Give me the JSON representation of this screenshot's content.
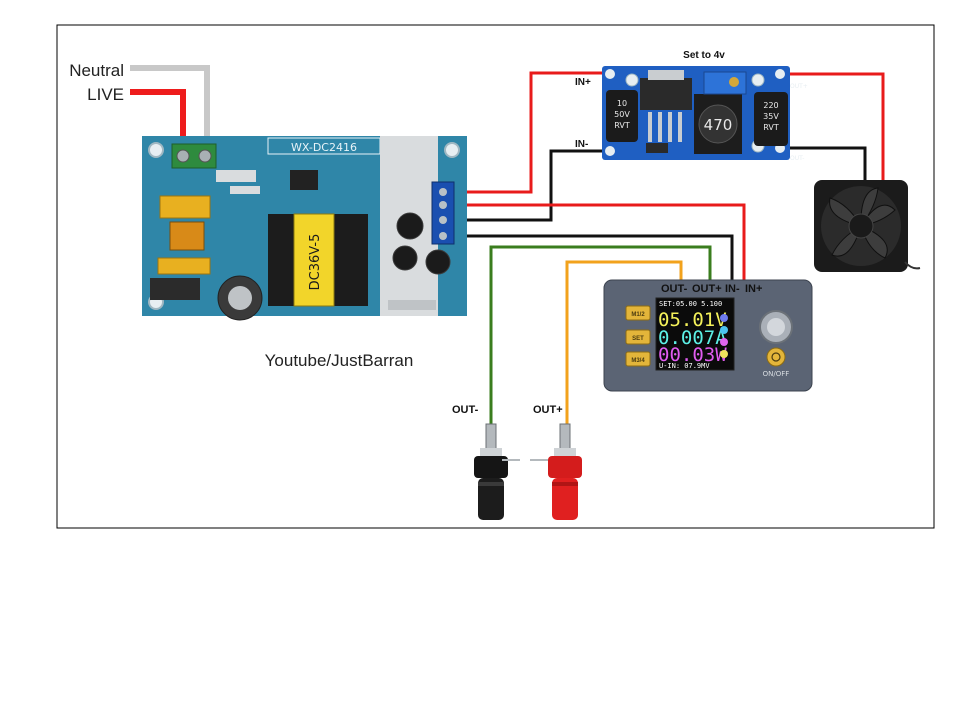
{
  "mains": {
    "neutral_label": "Neutral",
    "live_label": "LIVE"
  },
  "psu": {
    "model": "WX-DC2416",
    "transformer_label": "DC36V-5"
  },
  "credit": "Youtube/JustBarran",
  "buck": {
    "note": "Set to 4v",
    "in_plus": "IN+",
    "in_minus": "IN-",
    "out_plus": "OUT+",
    "out_minus": "OUT-",
    "cap_left": [
      "10",
      "50V",
      "RVT"
    ],
    "cap_right": [
      "220",
      "35V",
      "RVT"
    ],
    "inductor": "470"
  },
  "converter": {
    "term_out_minus": "OUT-",
    "term_out_plus": "OUT+",
    "term_in_minus": "IN-",
    "term_in_plus": "IN+",
    "btn_m1": "M1/2",
    "btn_set": "SET",
    "btn_m3": "M3/4",
    "power_label": "ON/OFF",
    "lcd": {
      "top": "SET:05.00  5.100",
      "voltage": "05.01V",
      "current": "0.007A",
      "power": "00.03W",
      "bottom": "U-IN: 07.9MV"
    }
  },
  "posts": {
    "out_minus": "OUT-",
    "out_plus": "OUT+"
  },
  "colors": {
    "live_wire": "#ee1c1c",
    "neutral_wire": "#c8c8c8",
    "positive_wire": "#e81b1b",
    "negative_wire": "#111111",
    "green_wire": "#3a7d1e",
    "orange_wire": "#f2a21c",
    "pcb_blue": "#2f86a8",
    "buck_blue": "#1f5fc2",
    "converter_body": "#5b6474"
  }
}
